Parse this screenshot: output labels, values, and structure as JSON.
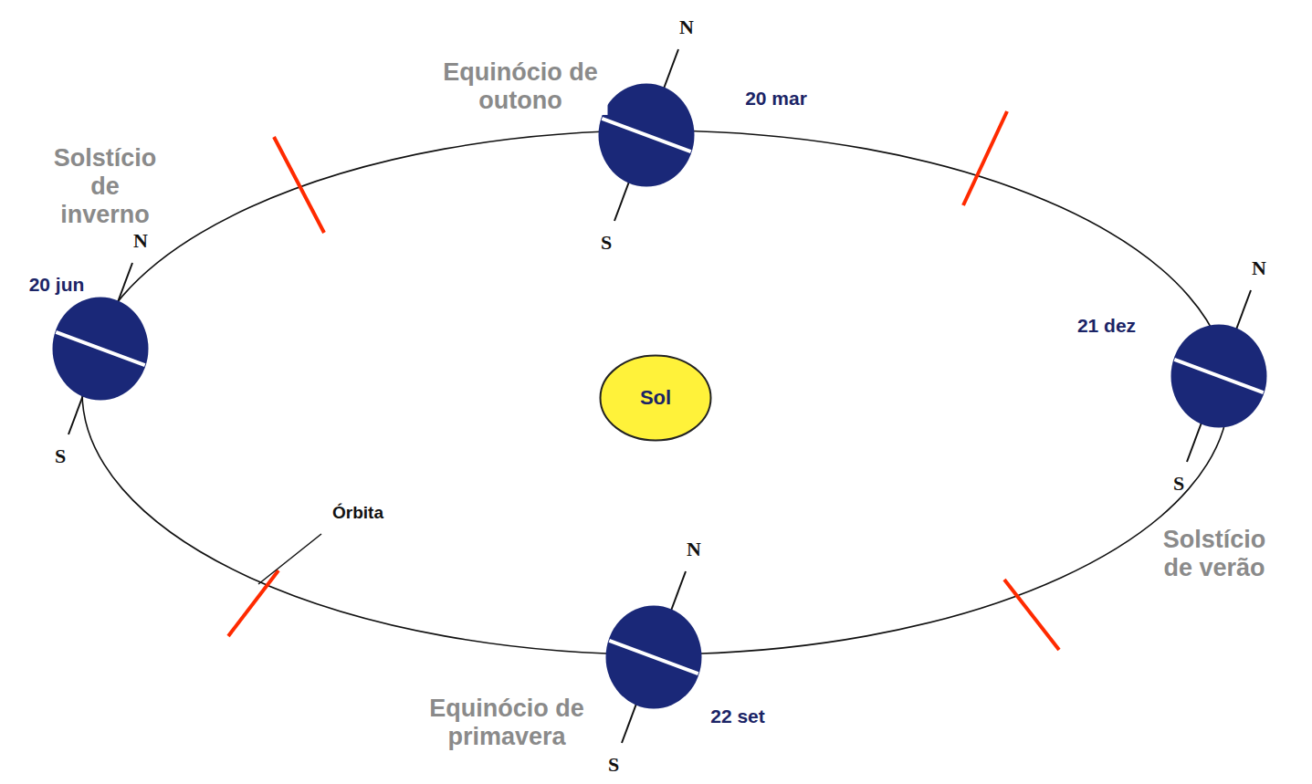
{
  "diagram": {
    "nodes": [
      {
        "text": [
          "Equinócio de outono",
          "20 mar",
          "N",
          "S"
        ]
      },
      {
        "text": [
          "Solstício de inverno",
          "20 jun",
          "N",
          "S"
        ]
      },
      {
        "text": [
          "Sol"
        ]
      },
      {
        "text": [
          "Solstício de verão",
          "21 dez",
          "N",
          "S"
        ]
      },
      {
        "text": [
          "Equinócio de primavera",
          "22 set",
          "N",
          "S"
        ]
      }
    ],
    "labels": [
      "Órbita"
    ]
  }
}
